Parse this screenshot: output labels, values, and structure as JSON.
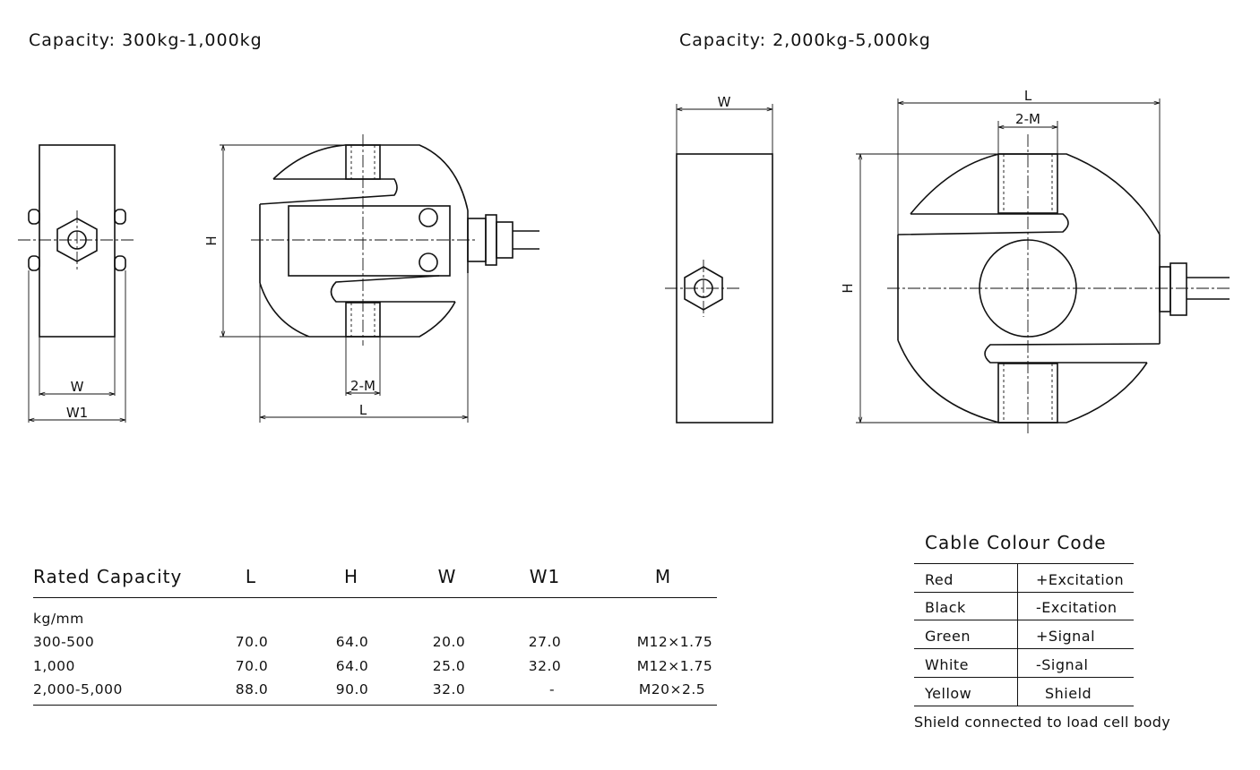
{
  "captions": {
    "left": "Capacity: 300kg-1,000kg",
    "right": "Capacity: 2,000kg-5,000kg"
  },
  "dims": {
    "w": "W",
    "w1": "W1",
    "h": "H",
    "l": "L",
    "m": "2-M"
  },
  "table": {
    "headers": [
      "Rated Capacity",
      "L",
      "H",
      "W",
      "W1",
      "M"
    ],
    "unit": "kg/mm",
    "rows": [
      [
        "300-500",
        "70.0",
        "64.0",
        "20.0",
        "27.0",
        "M12×1.75"
      ],
      [
        "1,000",
        "70.0",
        "64.0",
        "25.0",
        "32.0",
        "M12×1.75"
      ],
      [
        "2,000-5,000",
        "88.0",
        "90.0",
        "32.0",
        "-",
        "M20×2.5"
      ]
    ]
  },
  "cable": {
    "title": "Cable Colour Code",
    "rows": [
      [
        "Red",
        "+Excitation"
      ],
      [
        "Black",
        "-Excitation"
      ],
      [
        "Green",
        "+Signal"
      ],
      [
        "White",
        "-Signal"
      ],
      [
        "Yellow",
        "Shield"
      ]
    ],
    "note": "Shield connected to load cell body"
  }
}
